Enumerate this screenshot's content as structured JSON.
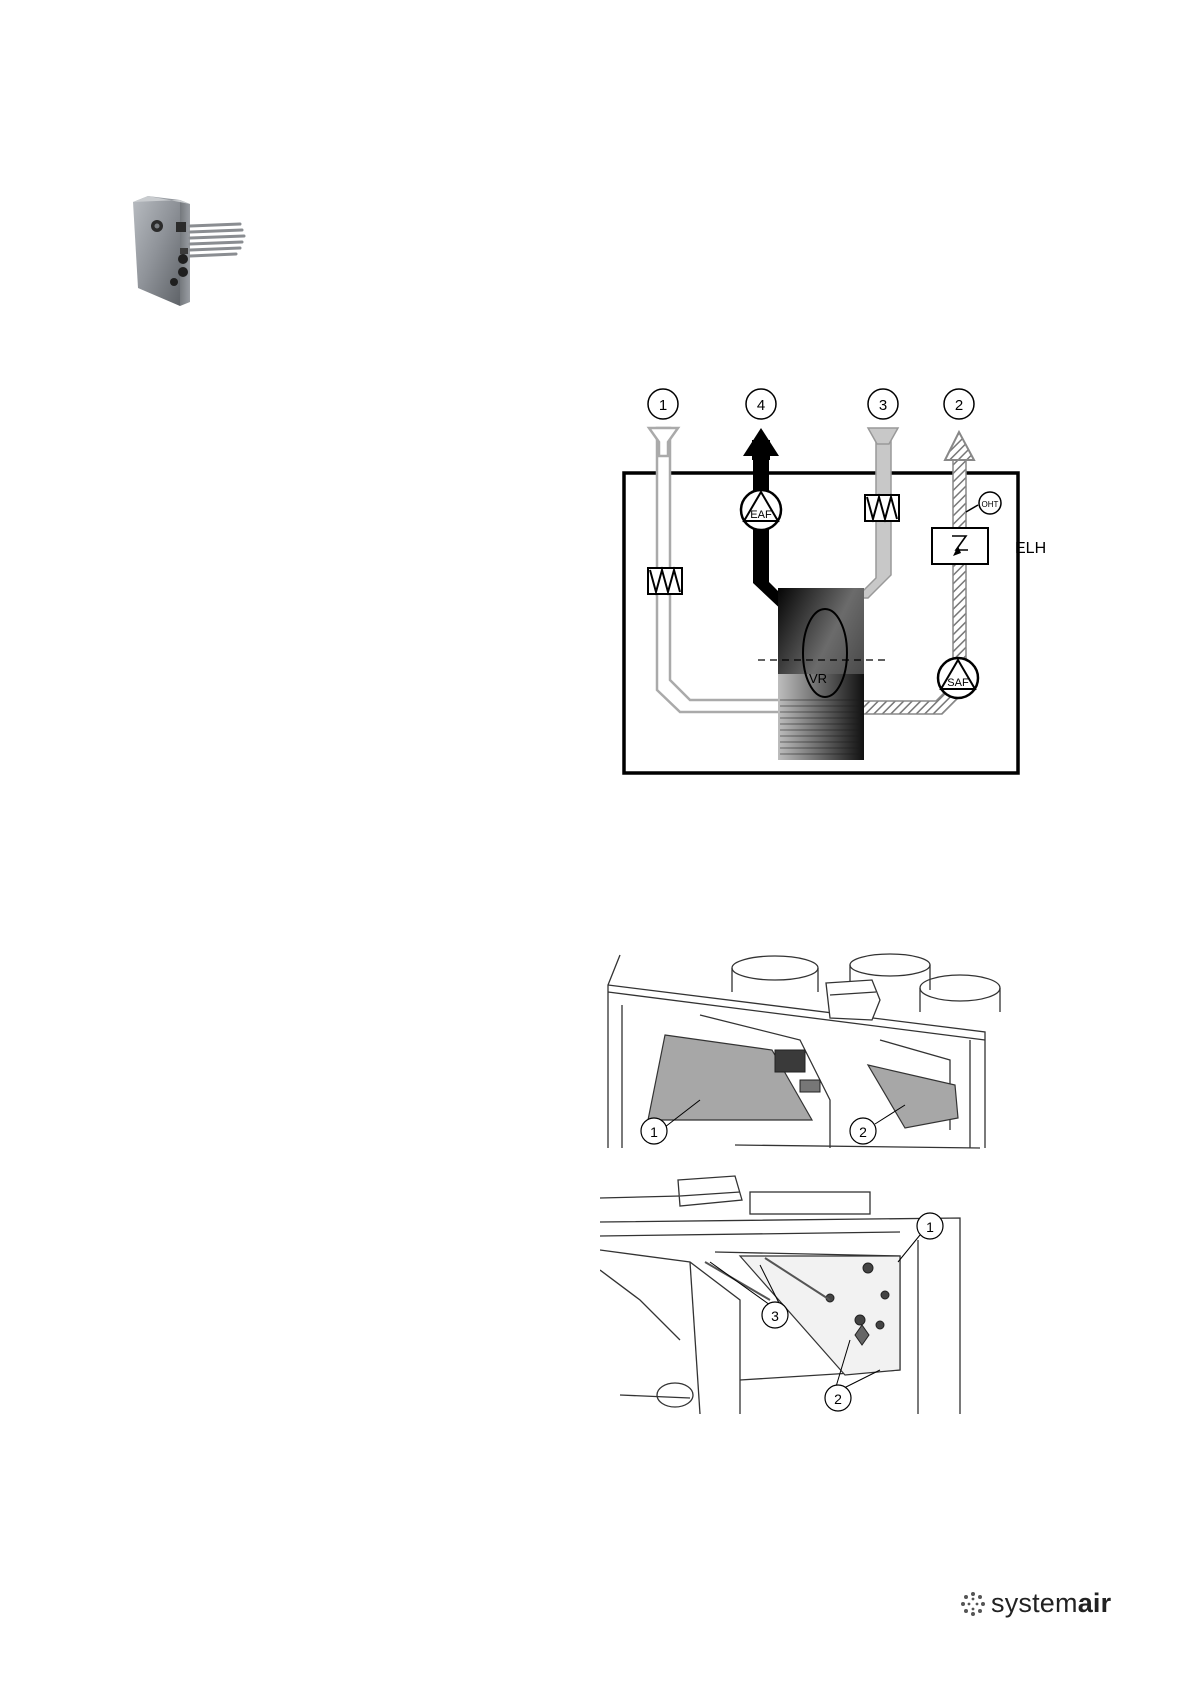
{
  "diagram": {
    "callouts": [
      "1",
      "4",
      "3",
      "2"
    ],
    "fan_exhaust": "EAF",
    "fan_supply": "SAF",
    "rotor": "VR",
    "overheat": "OHT",
    "heater_label": "ELH"
  },
  "figure_access": {
    "callouts": [
      "1",
      "2"
    ]
  },
  "figure_detail": {
    "callouts": [
      "1",
      "3",
      "2"
    ]
  },
  "brand": {
    "prefix": "system",
    "suffix": "air"
  }
}
